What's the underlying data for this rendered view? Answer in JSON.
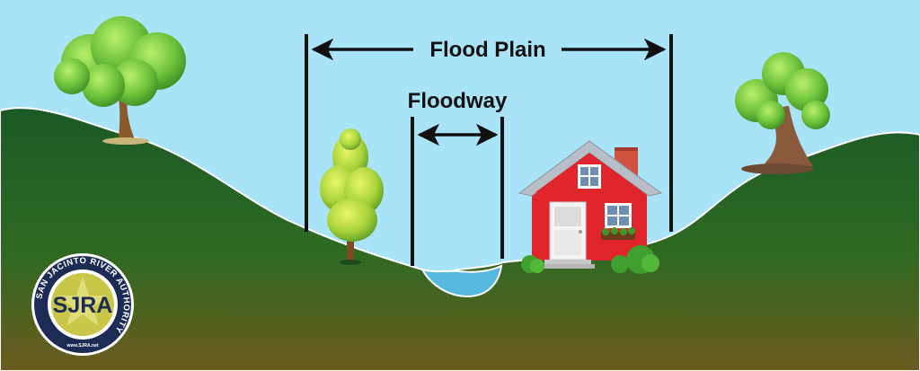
{
  "diagram": {
    "flood_plain_label": "Flood Plain",
    "floodway_label": "Floodway"
  },
  "logo": {
    "initials": "SJRA",
    "ring_text": "SAN JACINTO RIVER AUTHORITY",
    "url": "www.SJRA.net"
  },
  "colors": {
    "sky": "#a9e3f7",
    "ground_top": "#1e5a26",
    "ground_bottom": "#6e5a1e",
    "water": "#55b8dc",
    "house_wall": "#e0262b",
    "roof": "#b8bec7",
    "chimney": "#d0513e",
    "logo_ring": "#1c2c55",
    "logo_fill": "#c9c64a"
  },
  "icons": [
    "tree-icon",
    "house-icon",
    "bush-icon",
    "star-icon",
    "arrow-icon"
  ]
}
